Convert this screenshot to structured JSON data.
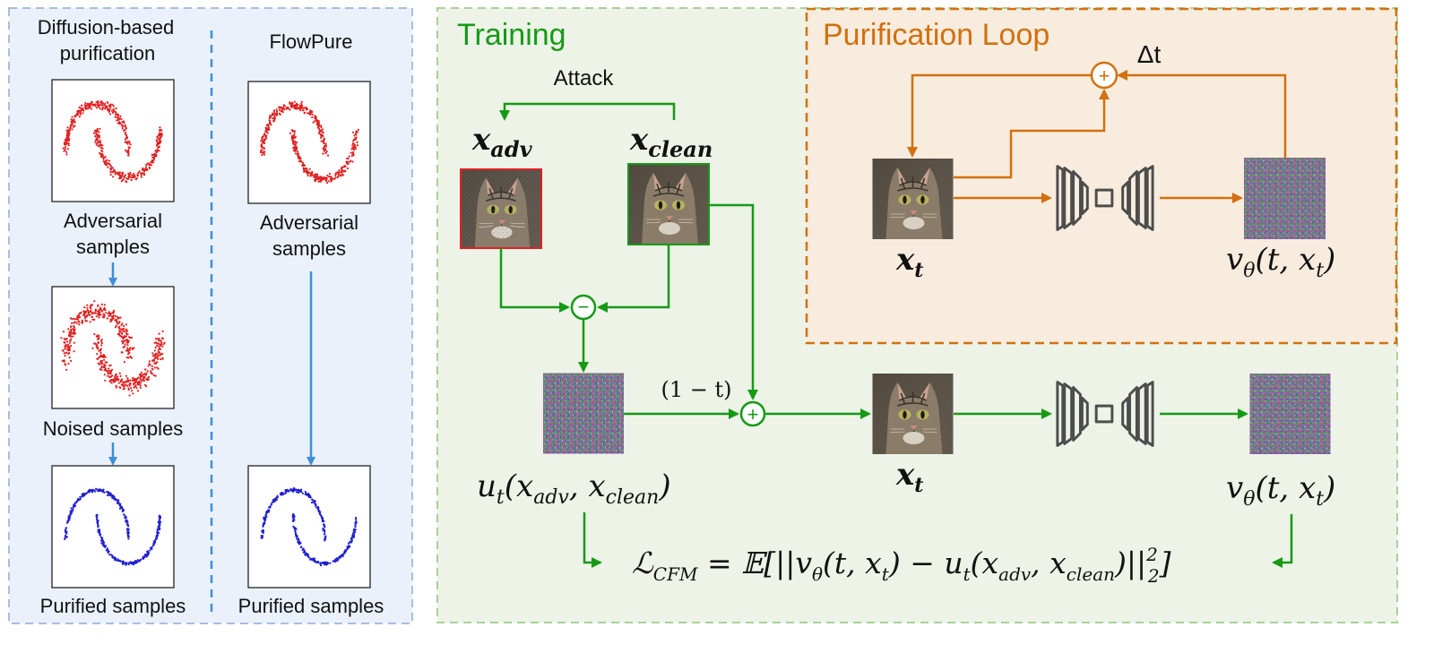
{
  "left_panel": {
    "diffusion": {
      "title_line1": "Diffusion-based",
      "title_line2": "purification",
      "adv_line1": "Adversarial",
      "adv_line2": "samples",
      "noised": "Noised samples",
      "purified": "Purified samples"
    },
    "flowpure": {
      "title": "FlowPure",
      "adv_line1": "Adversarial",
      "adv_line2": "samples",
      "purified": "Purified samples"
    }
  },
  "training": {
    "title": "Training",
    "attack_label": "Attack",
    "x_adv_main": "x",
    "x_adv_sub": "adv",
    "x_clean_main": "x",
    "x_clean_sub": "clean",
    "minus_symbol": "−",
    "plus_symbol": "+",
    "one_minus_t": "(1 − t)",
    "u_t_label": "u",
    "u_t_sub": "t",
    "u_t_args": "(x",
    "u_t_args_sub1": "adv",
    "u_t_args_mid": ", x",
    "u_t_args_sub2": "clean",
    "u_t_args_end": ")",
    "xt_main": "x",
    "xt_sub": "t",
    "v_main": "v",
    "v_sub": "θ",
    "v_args": "(t, x",
    "v_args_sub": "t",
    "v_args_end": ")",
    "loss_L": "ℒ",
    "loss_L_sub": "CFM",
    "loss_eq": " = 𝔼[||v",
    "loss_theta": "θ",
    "loss_mid": "(t, x",
    "loss_t": "t",
    "loss_mid2": ") − u",
    "loss_t2": "t",
    "loss_mid3": "(x",
    "loss_adv": "adv",
    "loss_mid4": ", x",
    "loss_clean": "clean",
    "loss_end": ")||",
    "loss_sup": "2",
    "loss_sub2": "2",
    "loss_close": "]"
  },
  "purification_loop": {
    "title": "Purification Loop",
    "delta_t": "Δt",
    "plus_symbol": "+",
    "xt_main": "x",
    "xt_sub": "t",
    "v_main": "v",
    "v_sub": "θ",
    "v_args": "(t, x",
    "v_args_sub": "t",
    "v_args_end": ")"
  },
  "colors": {
    "blue_panel_bg": "#eaf1fb",
    "blue_panel_border": "#a9bedf",
    "blue_divider": "#3d8fd9",
    "blue_arrow": "#3d8fd9",
    "green_panel_bg": "#edf3e7",
    "green_panel_border": "#a9d09a",
    "green": "#169a16",
    "orange_panel_bg": "#f7ecdd",
    "orange": "#d2700f",
    "red_frame": "#e02020",
    "red_points": "#e02020",
    "blue_points": "#2020d0"
  }
}
